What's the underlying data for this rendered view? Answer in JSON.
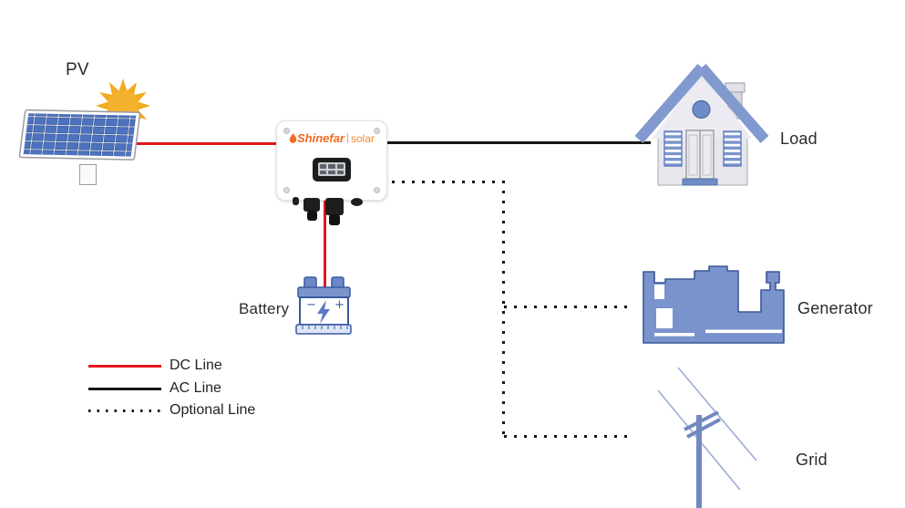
{
  "nodes": {
    "pv": {
      "label": "PV"
    },
    "load": {
      "label": "Load"
    },
    "battery": {
      "label": "Battery"
    },
    "generator": {
      "label": "Generator"
    },
    "grid": {
      "label": "Grid"
    },
    "inverter": {
      "brand": "Shinefar",
      "product": "solar"
    }
  },
  "battery_symbols": {
    "minus": "−",
    "plus": "+"
  },
  "legend": {
    "items": [
      {
        "label": "DC Line",
        "style": "solid",
        "color": "#e1171c"
      },
      {
        "label": "AC Line",
        "style": "solid",
        "color": "#161616"
      },
      {
        "label": "Optional Line",
        "style": "dotted",
        "color": "#161616"
      }
    ]
  },
  "connections": [
    {
      "from": "pv",
      "to": "inverter",
      "type": "dc"
    },
    {
      "from": "inverter",
      "to": "load",
      "type": "ac"
    },
    {
      "from": "inverter",
      "to": "battery",
      "type": "dc"
    },
    {
      "from": "inverter",
      "to": "generator",
      "type": "optional"
    },
    {
      "from": "inverter",
      "to": "grid",
      "type": "optional"
    }
  ],
  "colors": {
    "dc_line": "#e1171c",
    "ac_line": "#161616",
    "optional_line": "#161616",
    "device_blue": "#7b93cc",
    "device_blue_dark": "#3a5796",
    "roof_blue": "#8199cf",
    "brand_orange": "#f26a21",
    "sun_gold": "#f2aa1f"
  }
}
